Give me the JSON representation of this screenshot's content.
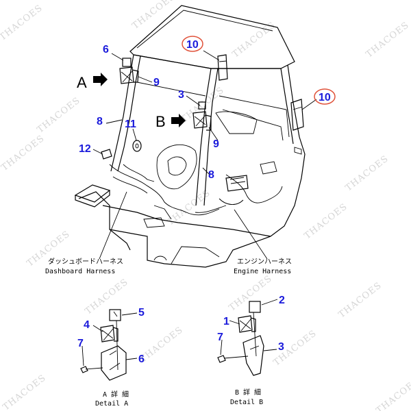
{
  "watermark": "THACOES",
  "main": {
    "view_labels": {
      "a": "A",
      "b": "B"
    },
    "callouts": {
      "n6": "6",
      "n9a": "9",
      "n8a": "8",
      "n11": "11",
      "n12": "12",
      "n3": "3",
      "n9b": "9",
      "n8b": "8",
      "n10a": "10",
      "n10b": "10"
    },
    "dashboard_harness": {
      "jp": "ダッシュボードハーネス",
      "en": "Dashboard Harness"
    },
    "engine_harness": {
      "jp": "エンジンハーネス",
      "en": "Engine Harness"
    }
  },
  "detail_a": {
    "callouts": {
      "n5": "5",
      "n4": "4",
      "n7": "7",
      "n6": "6"
    },
    "caption_jp": "A 詳 細",
    "caption_en": "Detail A"
  },
  "detail_b": {
    "callouts": {
      "n2": "2",
      "n1": "1",
      "n7": "7",
      "n3": "3"
    },
    "caption_jp": "B 詳 細",
    "caption_en": "Detail B"
  },
  "colors": {
    "callout": "#1a1adb",
    "highlight": "#e0523a",
    "watermark": "#d6d6d6"
  }
}
